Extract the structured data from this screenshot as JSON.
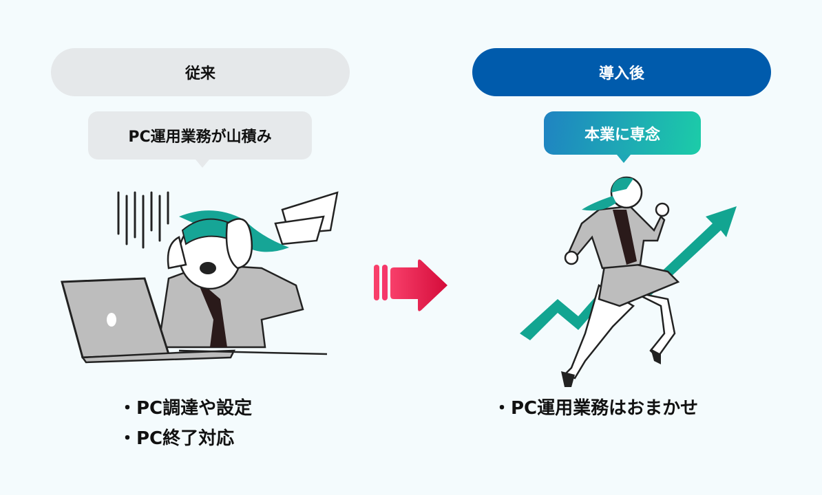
{
  "before": {
    "header": "従来",
    "bubble": "PC運用業務が山積み",
    "bullets": [
      "・PC調達や設定",
      "・PC終了対応"
    ]
  },
  "after": {
    "header": "導入後",
    "bubble": "本業に専念",
    "bullets": [
      "・PC運用業務はおまかせ"
    ]
  },
  "colors": {
    "before_header": "#e5e8ea",
    "after_header": "#005bac",
    "after_bubble_gradient": [
      "#1f83c2",
      "#1ccca8"
    ],
    "arrow": "#e8204f",
    "growth_arrow": "#12a591"
  },
  "icons": [
    "stressed-worker-illustration",
    "right-arrow-icon",
    "running-woman-illustration",
    "growth-arrow-icon"
  ]
}
